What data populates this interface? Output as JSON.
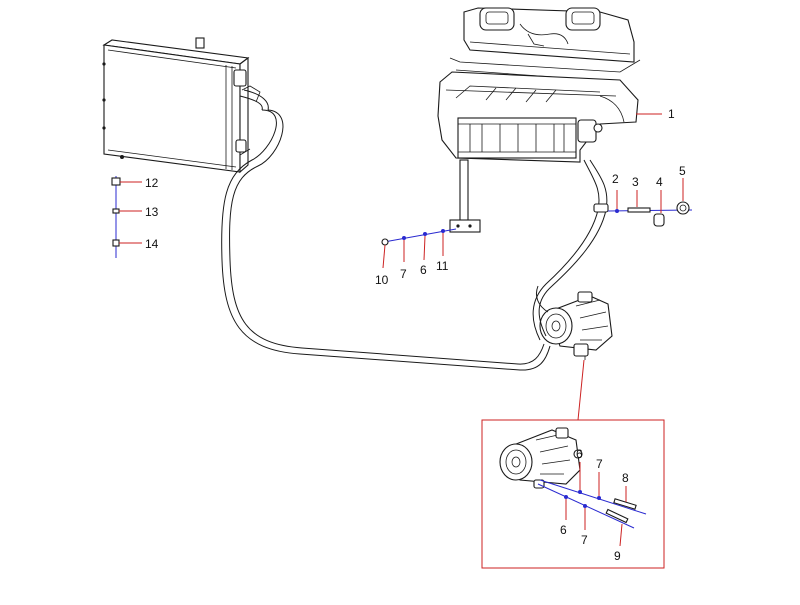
{
  "callouts": {
    "c1": "1",
    "c2": "2",
    "c3": "3",
    "c4": "4",
    "c5": "5",
    "c6a": "6",
    "c7a": "7",
    "c10": "10",
    "c11": "11",
    "c12": "12",
    "c13": "13",
    "c14": "14",
    "d6a": "6",
    "d7a": "7",
    "d8": "8",
    "d6b": "6",
    "d7b": "7",
    "d9": "9"
  },
  "colors": {
    "leader_red": "#cc2222",
    "leader_blue": "#2a2ad0",
    "line": "#1a1a1a"
  }
}
